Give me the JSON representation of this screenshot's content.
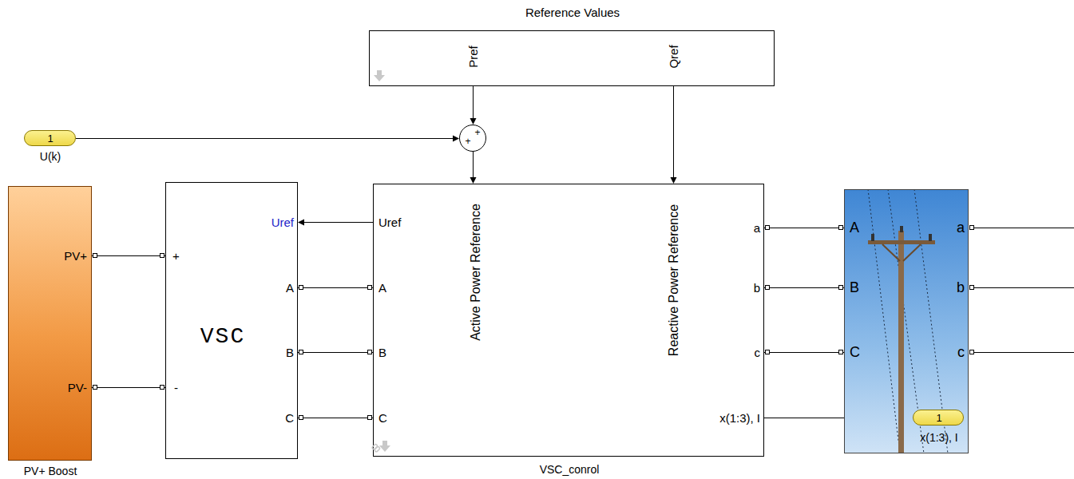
{
  "diagram": {
    "nodes": [
      {
        "text": [
          "Reference Values",
          "Pref",
          "Qref"
        ]
      },
      {
        "text": [
          "1",
          "U(k)"
        ]
      },
      {
        "text": [
          "+",
          "+"
        ]
      },
      {
        "text": [
          "PV+",
          "PV-",
          "PV+ Boost"
        ]
      },
      {
        "text": [
          "+",
          "-",
          "VSC",
          "Uref",
          "A",
          "B",
          "C"
        ]
      },
      {
        "text": [
          "VSC_conrol",
          "Uref",
          "A",
          "B",
          "C",
          "Active Power Reference",
          "Reactive Power Reference",
          "a",
          "b",
          "c",
          "x(1:3), I"
        ]
      },
      {
        "text": [
          "A",
          "B",
          "C",
          "a",
          "b",
          "c"
        ]
      },
      {
        "text": [
          "1",
          "x(1:3), I"
        ]
      }
    ],
    "edges": [
      {
        "from": 0,
        "to": 2,
        "arrow": "to"
      },
      {
        "from": 0,
        "to": 5,
        "arrow": "to"
      },
      {
        "from": 1,
        "to": 2,
        "arrow": "to"
      },
      {
        "from": 2,
        "to": 5,
        "arrow": "to"
      },
      {
        "from": 3,
        "to": 4,
        "arrow": "none"
      },
      {
        "from": 3,
        "to": 4,
        "arrow": "none"
      },
      {
        "from": 5,
        "to": 4,
        "arrow": "to"
      },
      {
        "from": 4,
        "to": 5,
        "arrow": "none"
      },
      {
        "from": 4,
        "to": 5,
        "arrow": "none"
      },
      {
        "from": 4,
        "to": 5,
        "arrow": "none"
      },
      {
        "from": 5,
        "to": 6,
        "arrow": "none"
      },
      {
        "from": 5,
        "to": 6,
        "arrow": "none"
      },
      {
        "from": 5,
        "to": 6,
        "arrow": "none"
      },
      {
        "from": 5,
        "to": 7,
        "arrow": "to"
      }
    ]
  }
}
